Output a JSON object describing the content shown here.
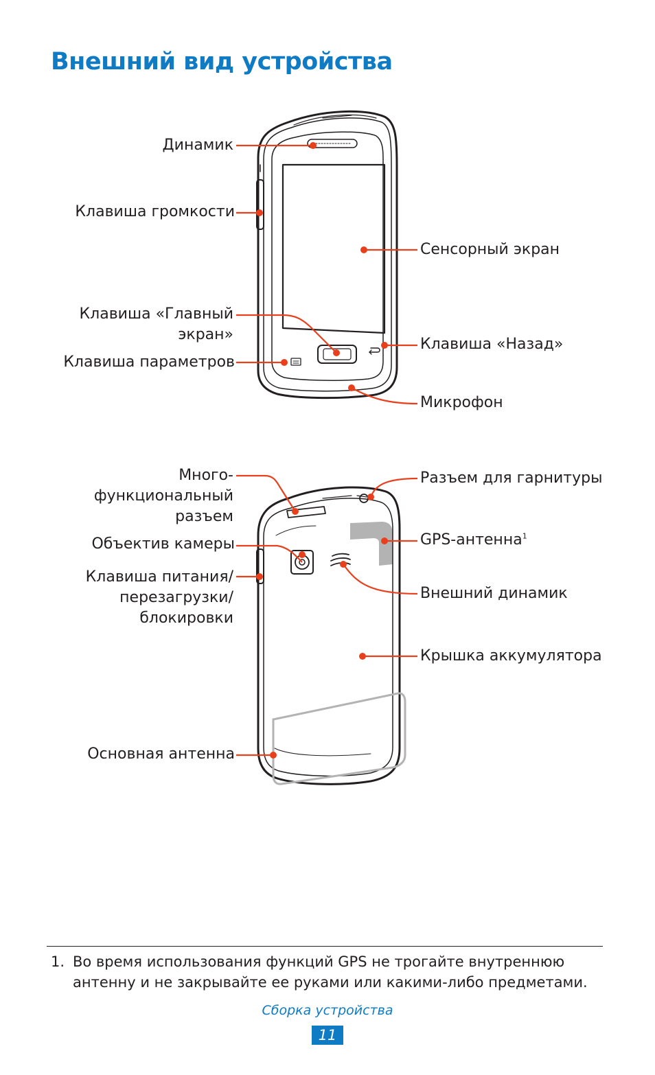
{
  "title": "Внешний вид устройства",
  "front_labels": {
    "speaker": "Динамик",
    "volume_key": "Клавиша громкости",
    "touch_screen": "Сенсорный экран",
    "home_key_line1": "Клавиша «Главный",
    "home_key_line2": "экран»",
    "back_key": "Клавиша «Назад»",
    "menu_key": "Клавиша параметров",
    "microphone": "Микрофон"
  },
  "back_labels": {
    "multi_jack_line1": "Много-",
    "multi_jack_line2": "функциональный",
    "multi_jack_line3": "разъем",
    "headset_jack": "Разъем для гарнитуры",
    "camera_lens": "Объектив камеры",
    "gps_antenna": "GPS-антенна",
    "gps_antenna_footnote_mark": "1",
    "power_key_line1": "Клавиша питания/",
    "power_key_line2": "перезагрузки/",
    "power_key_line3": "блокировки",
    "external_speaker": "Внешний динамик",
    "battery_cover": "Крышка аккумулятора",
    "main_antenna": "Основная антенна"
  },
  "footnote": {
    "number": "1.",
    "line1": "Во время использования функций GPS не трогайте внутреннюю",
    "line2": "антенну и не закрывайте ее руками или какими-либо предметами."
  },
  "footer": {
    "section": "Сборка устройства",
    "page": "11"
  },
  "colors": {
    "accent_blue": "#0f7bc4",
    "callout_red": "#e8401c",
    "line_art": "#231f20",
    "highlight_gray": "#b3b3b3"
  }
}
